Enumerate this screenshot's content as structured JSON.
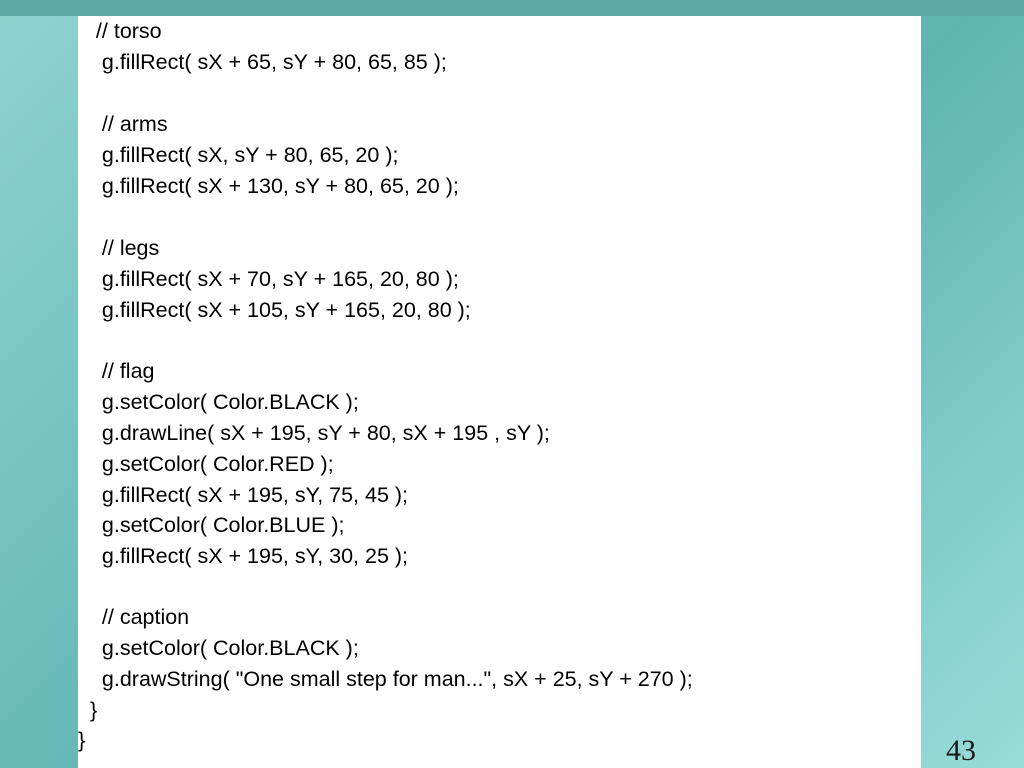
{
  "slide": {
    "code_lines": [
      "   // torso",
      "    g.fillRect( sX + 65, sY + 80, 65, 85 );",
      "",
      "    // arms",
      "    g.fillRect( sX, sY + 80, 65, 20 );",
      "    g.fillRect( sX + 130, sY + 80, 65, 20 );",
      "",
      "    // legs",
      "    g.fillRect( sX + 70, sY + 165, 20, 80 );",
      "    g.fillRect( sX + 105, sY + 165, 20, 80 );",
      "",
      "    // flag",
      "    g.setColor( Color.BLACK );",
      "    g.drawLine( sX + 195, sY + 80, sX + 195 , sY );",
      "    g.setColor( Color.RED );",
      "    g.fillRect( sX + 195, sY, 75, 45 );",
      "    g.setColor( Color.BLUE );",
      "    g.fillRect( sX + 195, sY, 30, 25 );",
      "",
      "    // caption",
      "    g.setColor( Color.BLACK );",
      "    g.drawString( \"One small step for man...\", sX + 25, sY + 270 );",
      "  }",
      "}"
    ],
    "page_number": "43"
  }
}
